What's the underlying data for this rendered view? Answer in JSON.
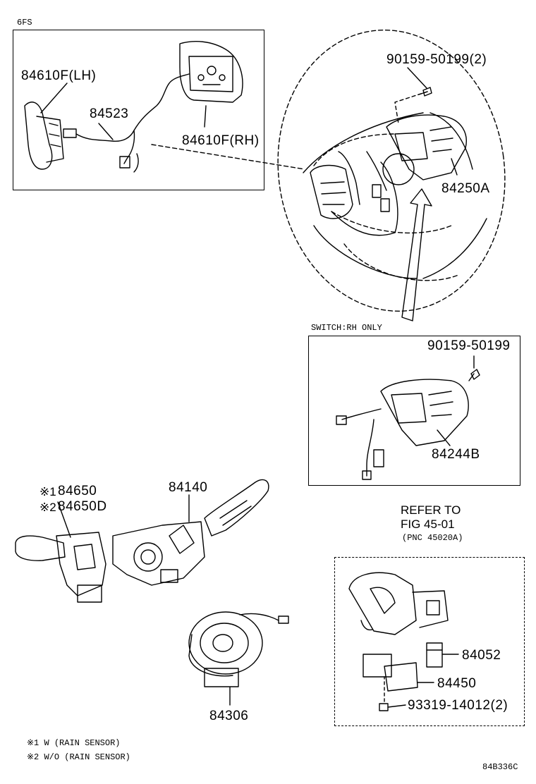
{
  "diagram": {
    "group_code": "6FS",
    "subassembly_note": "SWITCH:RH ONLY",
    "refer": {
      "line1": "REFER TO",
      "line2": "FIG 45-01",
      "line3": "(PNC 45020A)"
    },
    "parts": {
      "p_84610F_LH": "84610F(LH)",
      "p_84523": "84523",
      "p_84610F_RH": "84610F(RH)",
      "p_90159_50199_2": "90159-50199(2)",
      "p_84250A": "84250A",
      "p_90159_50199": "90159-50199",
      "p_84244B": "84244B",
      "p_84650": "84650",
      "p_84650D": "84650D",
      "p_84140": "84140",
      "p_84306": "84306",
      "p_84052": "84052",
      "p_84450": "84450",
      "p_93319_14012_2": "93319-14012(2)"
    },
    "markers": {
      "m1": "※1",
      "m2": "※2"
    },
    "footnotes": {
      "note1": "※1 W (RAIN SENSOR)",
      "note2": "※2 W/O (RAIN SENSOR)"
    },
    "figure_code": "84B336C"
  }
}
